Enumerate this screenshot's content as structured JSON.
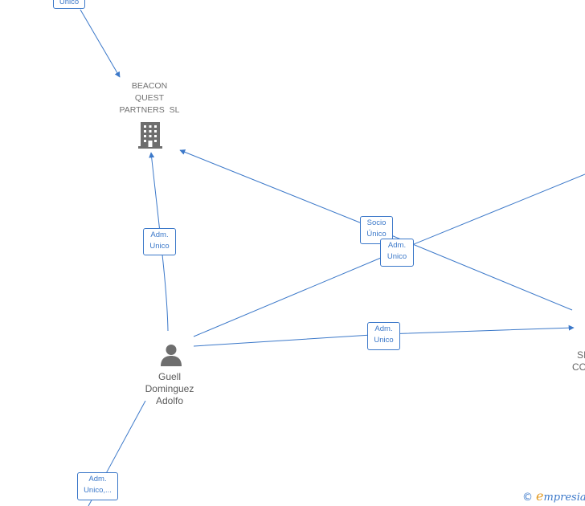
{
  "nodes": {
    "company": {
      "lines": [
        "BEACON",
        "QUEST",
        "PARTNERS  SL"
      ],
      "icon": "building-icon"
    },
    "person": {
      "lines": [
        "Guell",
        "Dominguez",
        "Adolfo"
      ],
      "icon": "person-icon"
    },
    "partial_right": {
      "lines": [
        "SI",
        "CO"
      ]
    }
  },
  "edges": [
    {
      "id": "top-edge",
      "label": [
        "Unico"
      ]
    },
    {
      "id": "person-to-company",
      "label": [
        "Adm.",
        "Unico"
      ]
    },
    {
      "id": "socio-unico",
      "label": [
        "Socio",
        "Único"
      ]
    },
    {
      "id": "adm-unico-middle",
      "label": [
        "Adm.",
        "Unico"
      ]
    },
    {
      "id": "adm-unico-right",
      "label": [
        "Adm.",
        "Unico"
      ]
    },
    {
      "id": "bottom-edge",
      "label": [
        "Adm.",
        "Unico,..."
      ]
    }
  ],
  "brand": {
    "copyright": "©",
    "initial": "e",
    "rest": "mpresia"
  },
  "colors": {
    "edge": "#3b78c9",
    "icon": "#6e6e6e",
    "text": "#666666"
  }
}
